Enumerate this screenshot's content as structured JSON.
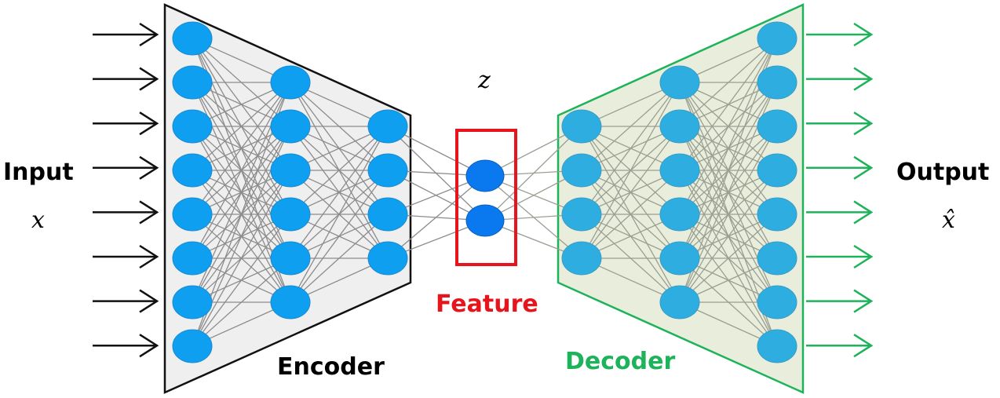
{
  "title": "Autoencoder architecture",
  "colors": {
    "encoder_stroke": "#111111",
    "encoder_fill": "#efefef",
    "decoder_stroke": "#1db35a",
    "decoder_fill": "#e9eddc",
    "feature_stroke": "#e8141b",
    "node_encoder": "#0e9ff0",
    "node_feature": "#0a79f0",
    "node_decoder": "#2eaee0",
    "edge": "#8c8c8c",
    "decoder_edge": "#9a9f92",
    "input_arrow": "#111111",
    "output_arrow": "#1db35a"
  },
  "labels": {
    "input": "Input",
    "input_var": "x",
    "output": "Output",
    "output_var": "x̂",
    "latent_var": "z",
    "feature": "Feature",
    "encoder": "Encoder",
    "decoder": "Decoder"
  },
  "network": {
    "encoder_layers": [
      8,
      6,
      4
    ],
    "feature_nodes": 2,
    "decoder_layers": [
      4,
      6,
      8
    ],
    "input_arrows": 8,
    "output_arrows": 8
  }
}
